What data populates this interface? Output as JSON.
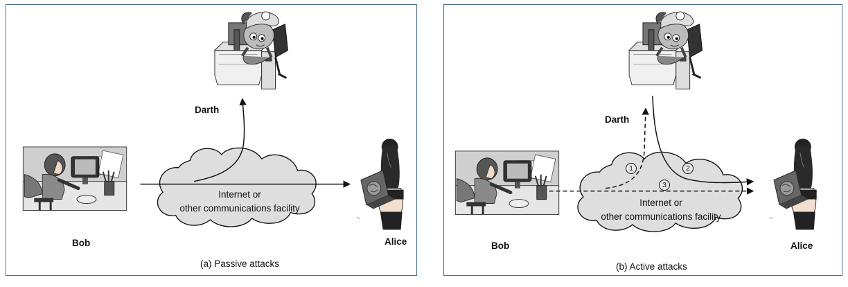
{
  "passive": {
    "darth_label": "Darth",
    "bob_label": "Bob",
    "alice_label": "Alice",
    "cloud_line1": "Internet or",
    "cloud_line2": "other communications facility",
    "caption": "(a) Passive attacks"
  },
  "active": {
    "darth_label": "Darth",
    "bob_label": "Bob",
    "alice_label": "Alice",
    "cloud_line1": "Internet or",
    "cloud_line2": "other communications facility",
    "caption": "(b) Active attacks",
    "step1": "1",
    "step2": "2",
    "step3": "3"
  },
  "colors": {
    "frame": "#4a6f8a",
    "cloud_fill": "#dedede",
    "ink": "#111111"
  },
  "icons": [
    "hacker-at-desk-illustration",
    "man-at-computer-illustration",
    "woman-with-laptop-illustration",
    "cloud-shape"
  ]
}
